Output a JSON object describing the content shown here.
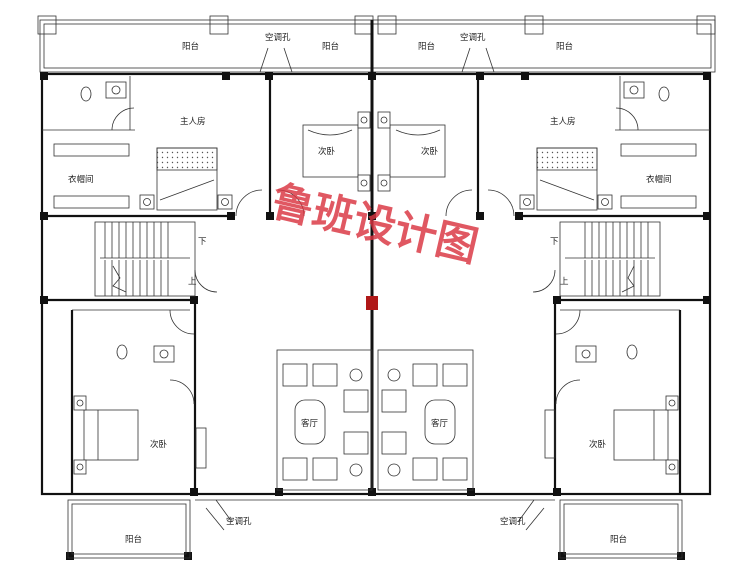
{
  "rooms": {
    "balcony": "阳台",
    "ac_hole": "空调孔",
    "master_bedroom": "主人房",
    "closet": "衣帽间",
    "second_bedroom": "次卧",
    "living_room": "客厅"
  },
  "stairs": {
    "down": "下",
    "up": "上"
  },
  "watermark": "鲁班设计图"
}
